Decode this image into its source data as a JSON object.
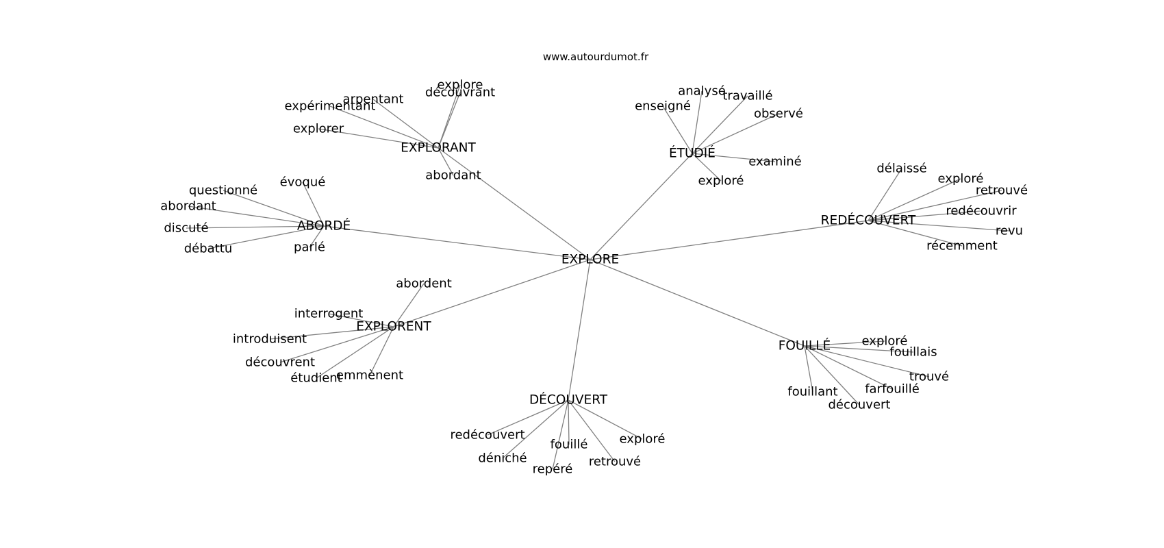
{
  "source": "www.autourdumot.fr",
  "center": "EXPLORE",
  "clusters": [
    {
      "id": "explorant",
      "label": "EXPLORANT",
      "leaves": [
        "explore",
        "arpentant",
        "expérimentant",
        "découvrant",
        "explorer",
        "abordant"
      ]
    },
    {
      "id": "etudie",
      "label": "ÉTUDIÉ",
      "leaves": [
        "analysé",
        "travaillé",
        "enseigné",
        "observé",
        "examiné",
        "exploré"
      ]
    },
    {
      "id": "aborde",
      "label": "ABORDÉ",
      "leaves": [
        "évoqué",
        "questionné",
        "abordant",
        "discuté",
        "débattu",
        "parlé"
      ]
    },
    {
      "id": "redecouvert",
      "label": "REDÉCOUVERT",
      "leaves": [
        "délaissé",
        "exploré",
        "retrouvé",
        "redécouvrir",
        "revu",
        "récemment"
      ]
    },
    {
      "id": "explorent",
      "label": "EXPLORENT",
      "leaves": [
        "abordent",
        "interrogent",
        "introduisent",
        "découvrent",
        "étudient",
        "emmènent"
      ]
    },
    {
      "id": "fouille",
      "label": "FOUILLÉ",
      "leaves": [
        "exploré",
        "fouillais",
        "trouvé",
        "farfouillé",
        "fouillant",
        "découvert"
      ]
    },
    {
      "id": "decouvert",
      "label": "DÉCOUVERT",
      "leaves": [
        "redécouvert",
        "déniché",
        "fouillé",
        "repéré",
        "retrouvé",
        "exploré"
      ]
    }
  ]
}
